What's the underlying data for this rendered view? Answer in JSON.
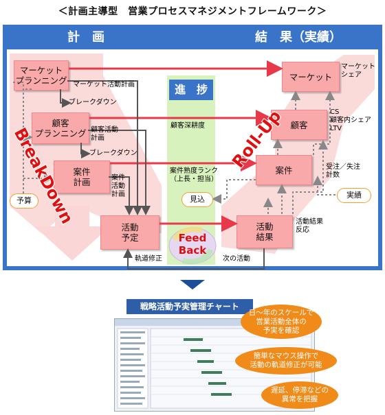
{
  "title": "＜計画主導型　営業プロセスマネジメントフレームワーク＞",
  "left_header": "計　画",
  "right_header": "結　果（実績）",
  "progress_label": "進　捗",
  "breakdown_label": "BreakDown",
  "rollup_label": "Roll-Up",
  "feedback_label_1": "Feed",
  "feedback_label_2": "Back",
  "plan_boxes": {
    "market": [
      "マーケット",
      "プランニング"
    ],
    "customer": [
      "顧客",
      "プランニング"
    ],
    "deal": [
      "案件",
      "計画"
    ],
    "activity": [
      "活動",
      "予定"
    ]
  },
  "result_boxes": {
    "market": "マーケット",
    "customer": "顧客",
    "deal": "案件",
    "activity": [
      "活動",
      "結果"
    ]
  },
  "labels": {
    "market_activity_plan": "マーケット活動計画",
    "breakdown_1": "ブレークダウン",
    "customer_activity_plan": [
      "顧客活動",
      "計画"
    ],
    "breakdown_2": "ブレークダウン",
    "deal_activity_plan": [
      "案件",
      "活動",
      "計画"
    ],
    "customer_depth": "顧客深耕度",
    "deal_maturity": [
      "案件熟度ランク",
      "（上長・担当）"
    ],
    "course_correction": "軌道修正",
    "next_activity": "次の活動",
    "market_share": [
      "マーケット",
      "シェア"
    ],
    "cs_labels": [
      "CS",
      "顧客内シェア",
      "LTV"
    ],
    "order_labels": [
      "受注／失注",
      "計数"
    ],
    "activity_result_labels": [
      "活動結果",
      "反応"
    ]
  },
  "ovals": {
    "budget": "予算",
    "forecast": "見込",
    "actual": "実績"
  },
  "panel": {
    "title": "戦略活動予実管理チャート",
    "callouts": [
      [
        "日～年のスケールで",
        "営業活動全体の",
        "予実を確認"
      ],
      [
        "簡単なマウス操作で",
        "活動の軌道修正が可能"
      ],
      [
        "遅延、停滞などの",
        "異常を把握"
      ]
    ]
  },
  "colors": {
    "blue": "#3a74c8",
    "pink_box": "#f9a9a9",
    "green_band": "#d8f2be",
    "red_arrow": "#e8394a",
    "orange": "#f08a18"
  }
}
